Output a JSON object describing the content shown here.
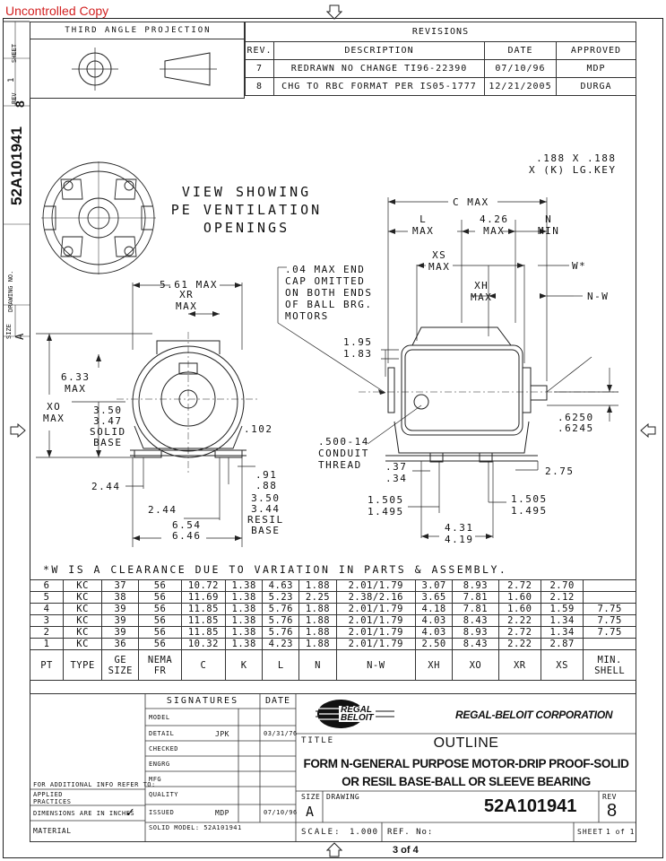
{
  "watermark": "Uncontrolled Copy",
  "side": {
    "sheet_label": "SHEET",
    "sheet_value": "1",
    "rev_label": "REV",
    "rev_value": "8",
    "drawing_no_big": "52A101941",
    "drawing_no_label": "DRAWING NO.",
    "size_label": "SIZE",
    "size_value": "A"
  },
  "projection": {
    "title": "THIRD ANGLE PROJECTION"
  },
  "revisions": {
    "title": "REVISIONS",
    "headers": [
      "REV.",
      "DESCRIPTION",
      "DATE",
      "APPROVED"
    ],
    "rows": [
      [
        "7",
        "REDRAWN NO CHANGE TI96-22390",
        "07/10/96",
        "MDP"
      ],
      [
        "8",
        "CHG TO RBC FORMAT PER IS05-1777",
        "12/21/2005",
        "DURGA"
      ]
    ]
  },
  "drawing": {
    "key_note": ".188 X .188\nX (K) LG.KEY",
    "view_note": "VIEW SHOWING\nPE VENTILATION\nOPENINGS",
    "cap_note": ".04 MAX END\nCAP OMITTED\nON BOTH ENDS\nOF BALL BRG.\nMOTORS",
    "conduit_note": ".500-14\nCONDUIT\nTHREAD",
    "d_561": "5.61 MAX",
    "d_xr": "XR\nMAX",
    "d_633": "6.33\nMAX",
    "d_xo": "XO\nMAX",
    "d_350": "3.50\n3.47\nSOLID\nBASE",
    "d_102": ".102",
    "d_91": ".91\n.88",
    "d_244a": "2.44",
    "d_244b": "2.44",
    "d_350b": "3.50\n3.44\nRESIL\nBASE",
    "d_654": "6.54\n6.46",
    "d_cmax": "C MAX",
    "d_l": "L\nMAX",
    "d_426": "4.26\nMAX",
    "d_n": "N\nMIN",
    "d_xs": "XS\nMAX",
    "d_w": "W*",
    "d_xh": "XH\nMAX",
    "d_nw": "N-W",
    "d_195": "1.95\n1.83",
    "d_6250": ".6250\n.6245",
    "d_37": ".37\n.34",
    "d_275": "2.75",
    "d_1505a": "1.505\n1.495",
    "d_1505b": "1.505\n1.495",
    "d_431": "4.31\n4.19"
  },
  "note_w": "*W IS A CLEARANCE DUE TO VARIATION IN PARTS & ASSEMBLY.",
  "data_table": {
    "headers": [
      "PT",
      "TYPE",
      "GE\nSIZE",
      "NEMA\nFR",
      "C",
      "K",
      "L",
      "N",
      "N-W",
      "XH",
      "XO",
      "XR",
      "XS",
      "MIN.\nSHELL"
    ],
    "rows": [
      [
        "6",
        "KC",
        "37",
        "56",
        "10.72",
        "1.38",
        "4.63",
        "1.88",
        "2.01/1.79",
        "3.07",
        "8.93",
        "2.72",
        "2.70",
        ""
      ],
      [
        "5",
        "KC",
        "38",
        "56",
        "11.69",
        "1.38",
        "5.23",
        "2.25",
        "2.38/2.16",
        "3.65",
        "7.81",
        "1.60",
        "2.12",
        ""
      ],
      [
        "4",
        "KC",
        "39",
        "56",
        "11.85",
        "1.38",
        "5.76",
        "1.88",
        "2.01/1.79",
        "4.18",
        "7.81",
        "1.60",
        "1.59",
        "7.75"
      ],
      [
        "3",
        "KC",
        "39",
        "56",
        "11.85",
        "1.38",
        "5.76",
        "1.88",
        "2.01/1.79",
        "4.03",
        "8.43",
        "2.22",
        "1.34",
        "7.75"
      ],
      [
        "2",
        "KC",
        "39",
        "56",
        "11.85",
        "1.38",
        "5.76",
        "1.88",
        "2.01/1.79",
        "4.03",
        "8.93",
        "2.72",
        "1.34",
        "7.75"
      ],
      [
        "1",
        "KC",
        "36",
        "56",
        "10.32",
        "1.38",
        "4.23",
        "1.88",
        "2.01/1.79",
        "2.50",
        "8.43",
        "2.22",
        "2.87",
        ""
      ]
    ]
  },
  "title_block": {
    "signatures": "SIGNATURES",
    "date": "DATE",
    "rows": [
      {
        "label": "MODEL",
        "by": "",
        "date": ""
      },
      {
        "label": "DETAIL",
        "by": "JPK",
        "date": "03/31/76"
      },
      {
        "label": "CHECKED",
        "by": "",
        "date": ""
      },
      {
        "label": "ENGRG",
        "by": "",
        "date": ""
      },
      {
        "label": "MFG",
        "by": "",
        "date": ""
      },
      {
        "label": "QUALITY",
        "by": "",
        "date": ""
      },
      {
        "label": "ISSUED",
        "by": "MDP",
        "date": "07/10/96"
      }
    ],
    "solid_model": "SOLID MODEL: 52A101941",
    "info_refer": "FOR ADDITIONAL INFO REFER TO:",
    "applied_practices": "APPLIED\nPRACTICES",
    "dims_inches": "DIMENSIONS ARE IN INCHES",
    "material": "MATERIAL",
    "logo_text": "REGAL\nBELOIT",
    "company": "REGAL-BELOIT CORPORATION",
    "title_label": "TITLE",
    "title": "OUTLINE",
    "subtitle1": "FORM N-GENERAL PURPOSE MOTOR-DRIP PROOF-SOLID",
    "subtitle2": "OR RESIL BASE-BALL OR SLEEVE BEARING",
    "size_label": "SIZE",
    "size": "A",
    "drawing_label": "DRAWING",
    "drawing_no": "52A101941",
    "rev_label": "REV",
    "rev": "8",
    "scale_label": "SCALE:",
    "scale": "1.000",
    "ref_label": "REF. No:",
    "ref": "",
    "sheet_label": "SHEET",
    "sheet": "1 of 1"
  },
  "page_indicator": "3 of 4"
}
